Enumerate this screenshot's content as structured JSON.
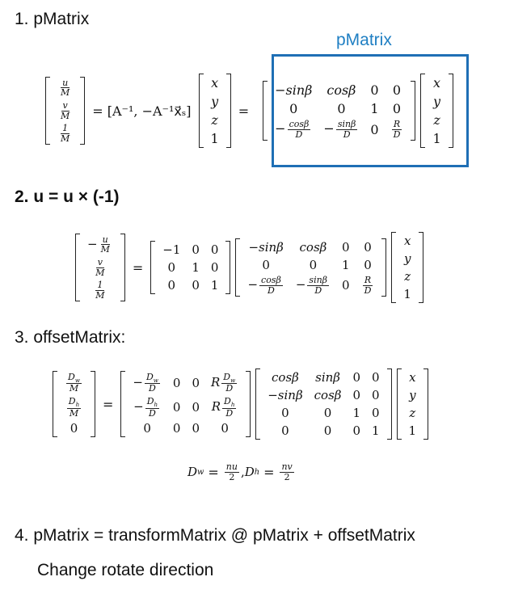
{
  "headings": {
    "h1": "1. pMatrix",
    "h2": "2. u = u × (-1)",
    "h3": "3. offsetMatrix:",
    "h4": "4. pMatrix = transformMatrix @ pMatrix + offsetMatrix",
    "h5": "Change rotate direction"
  },
  "box_label": "pMatrix",
  "box_color": "#1f6fb5",
  "label_color": "#1f7fc3",
  "sym": {
    "u": "u",
    "v": "v",
    "M": "M",
    "one": "1",
    "D": "D",
    "R": "R",
    "x": "x",
    "y": "y",
    "z": "z",
    "sinb": "sinβ",
    "cosb": "cosβ",
    "msinb": "−sinβ",
    "mcosb": "−",
    "neg": "−",
    "zero": "0",
    "minus_one": "−1",
    "Dw": "D",
    "w": "w",
    "Dh": "D",
    "h": "h",
    "nu": "nu",
    "nv": "nv",
    "two": "2"
  },
  "eq1_middle": "= [A⁻¹, −A⁻¹x⃗ₛ]",
  "dw_dh_sep": ", "
}
